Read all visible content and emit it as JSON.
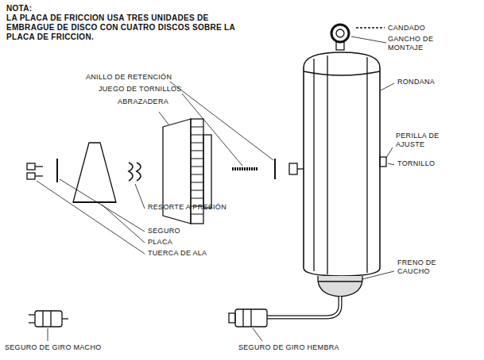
{
  "diagram": {
    "labels": [
      "NOTA:",
      "LA PLACA DE FRICCION USA TRES UNIDADES DE EMBRAGUE DE DISCO CON CUATRO DISCOS SOBRE LA PLACA DE FRICCION.",
      "CANDADO",
      "GANCHO DE MONTAJE",
      "ANILLO DE RETENCIÓN",
      "JUEGO DE TORNILLOS",
      "RONDANA",
      "ABRAZADERA",
      "PERILLA DE AJUSTE",
      "TORNILLO",
      "RESORTE A PRESIÓN",
      "SEGURO",
      "PLACA",
      "FRENO DE CAUCHO",
      "TUERCA DE ALA",
      "SEGURO DE GIRO MACHO",
      "SEGURO DE GIRO HEMBRA"
    ]
  }
}
